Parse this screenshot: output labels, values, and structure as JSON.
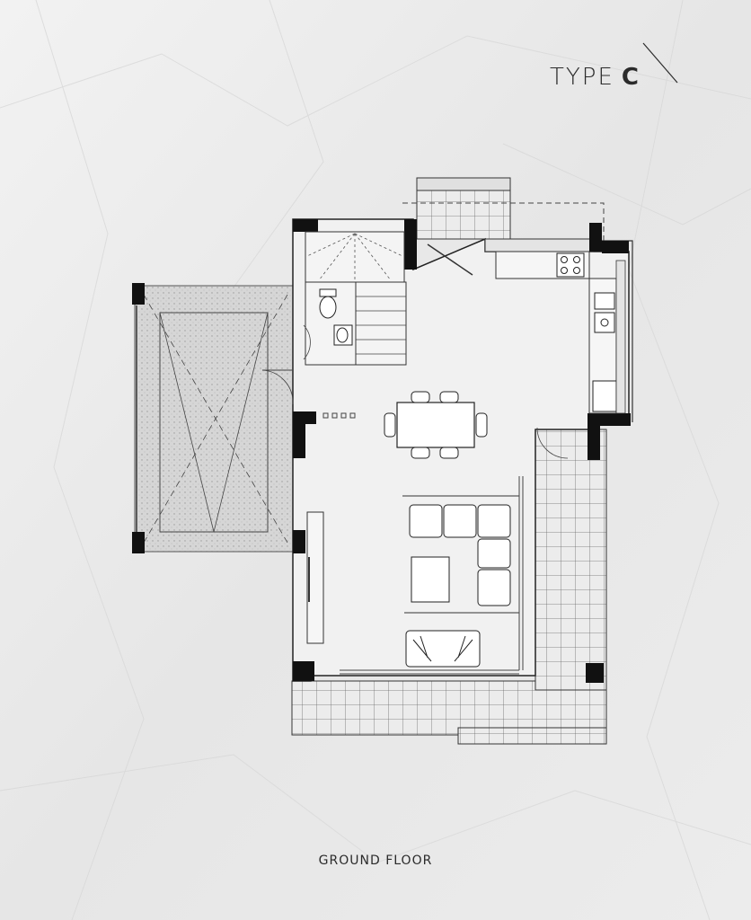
{
  "title": {
    "word": "TYPE",
    "letter": "C"
  },
  "caption": "GROUND FLOOR",
  "colors": {
    "paper": "#e9e9e9",
    "ink": "#2b2b2b",
    "wall": "#111111",
    "hatch": "#d4d4d4"
  }
}
